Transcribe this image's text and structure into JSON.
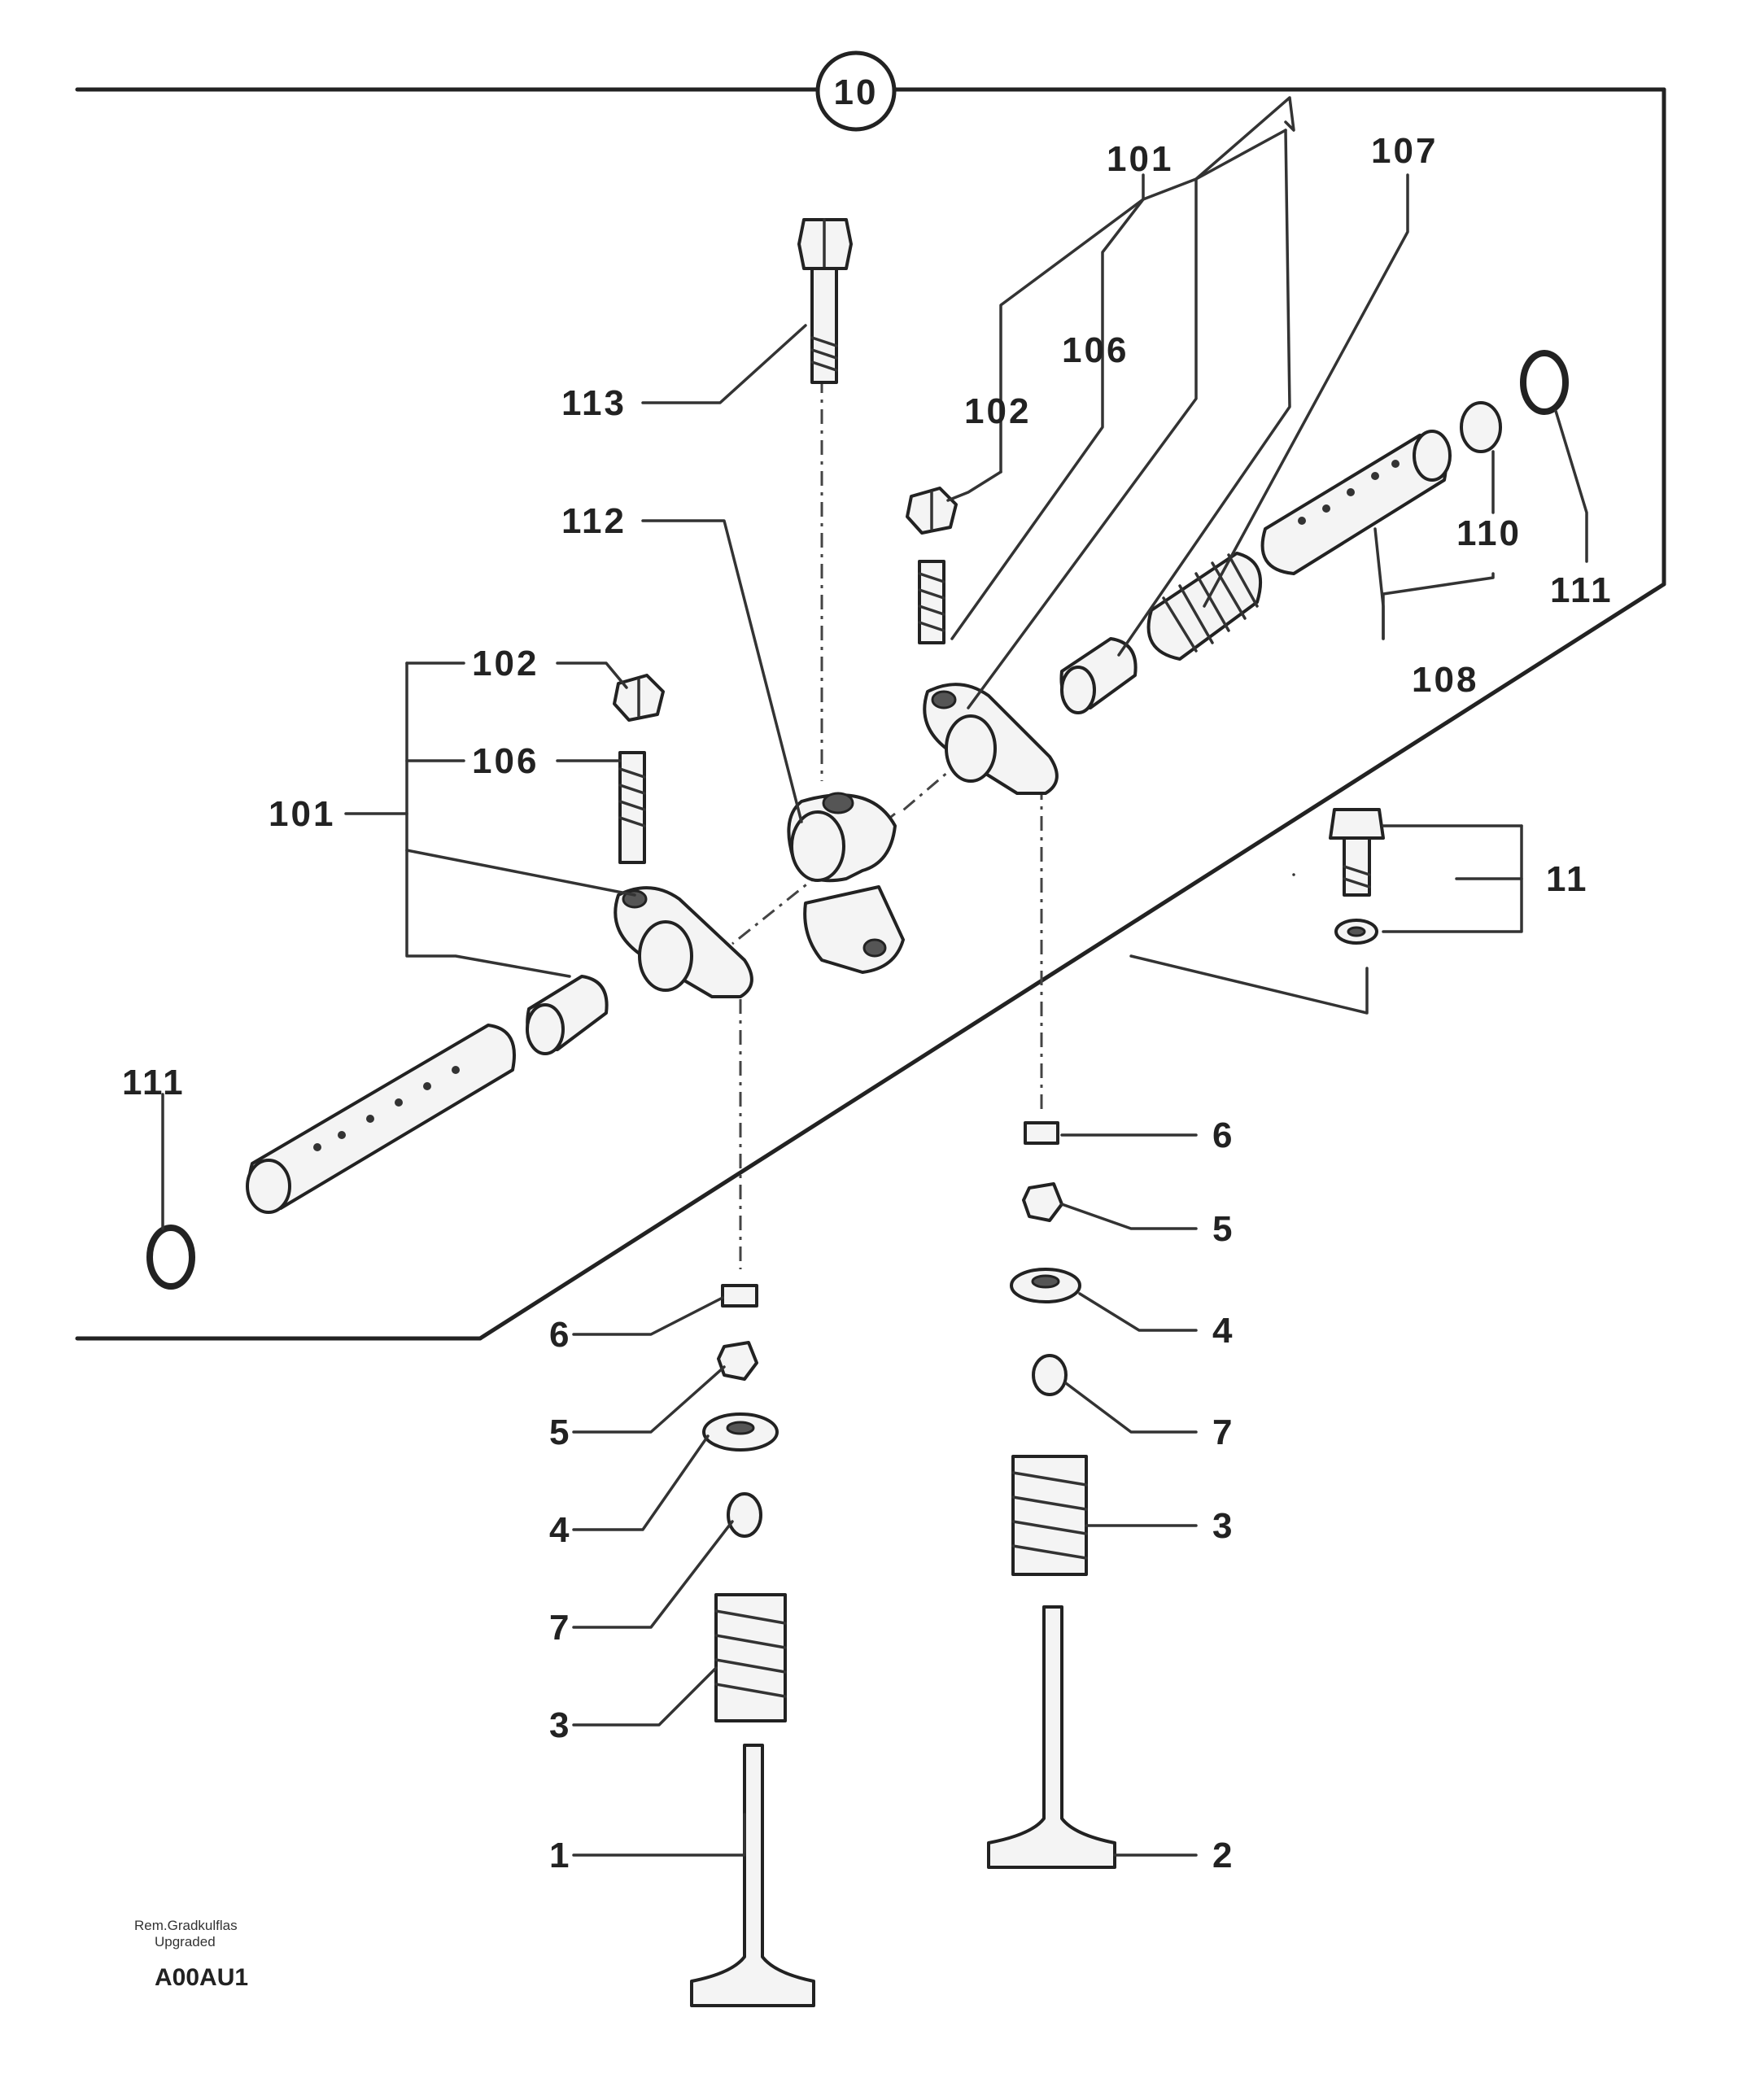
{
  "assembly_label": "10",
  "labels": {
    "l101_top": "101",
    "l107": "107",
    "l106_top": "106",
    "l102_top": "102",
    "l113": "113",
    "l112": "112",
    "l110": "110",
    "l111_right": "111",
    "l108": "108",
    "l102_left": "102",
    "l106_left": "106",
    "l101_left": "101",
    "l11": "11",
    "l111_left": "111",
    "l6_right": "6",
    "l5_right": "5",
    "l4_right": "4",
    "l7_right": "7",
    "l3_right": "3",
    "l2": "2",
    "l6_left": "6",
    "l5_left": "5",
    "l4_left": "4",
    "l7_left": "7",
    "l3_left": "3",
    "l1": "1"
  },
  "footer": {
    "note_line1": "Rem.Gradkulflas",
    "note_line2": "Upgraded",
    "drawing_code": "A00AU1"
  }
}
